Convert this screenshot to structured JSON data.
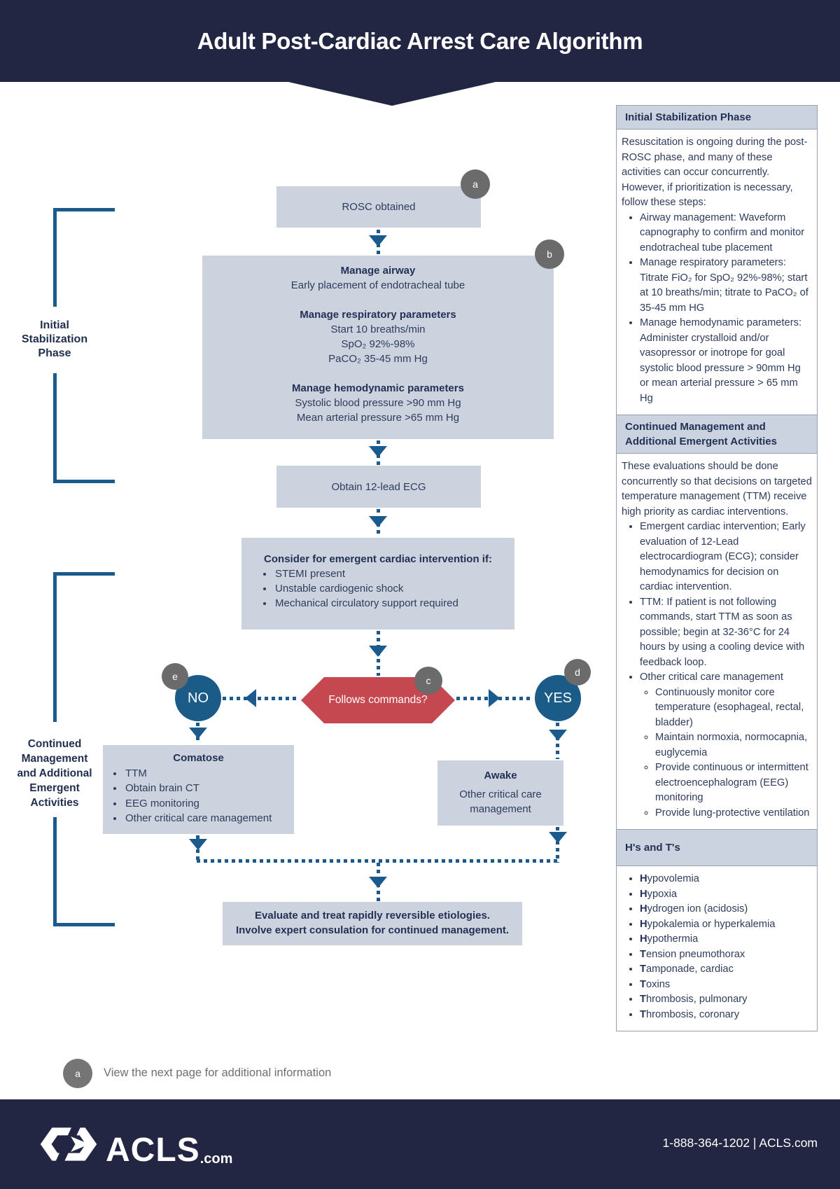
{
  "header": {
    "title": "Adult Post-Cardiac Arrest Care Algorithm"
  },
  "phase_labels": {
    "initial": {
      "lines": [
        "Initial",
        "Stabilization",
        "Phase"
      ]
    },
    "continued": {
      "lines": [
        "Continued",
        "Management",
        "and Additional",
        "Emergent",
        "Activities"
      ]
    }
  },
  "flowchart": {
    "markers": {
      "a": "a",
      "b": "b",
      "c": "c",
      "d": "d",
      "e": "e"
    },
    "rosc": {
      "text": "ROSC obtained"
    },
    "manage": {
      "sections": [
        {
          "heading": "Manage airway",
          "lines": [
            "Early placement of endotracheal tube"
          ]
        },
        {
          "heading": "Manage respiratory parameters",
          "lines": [
            "Start 10 breaths/min",
            "SpO₂  92%-98%",
            "PaCO₂ 35-45 mm Hg"
          ]
        },
        {
          "heading": "Manage hemodynamic parameters",
          "lines": [
            "Systolic blood pressure >90 mm Hg",
            "Mean arterial pressure >65 mm Hg"
          ]
        }
      ]
    },
    "ecg": {
      "text": "Obtain 12-lead ECG"
    },
    "consider": {
      "heading": "Consider for emergent cardiac intervention if:",
      "bullets": [
        "STEMI present",
        "Unstable cardiogenic shock",
        "Mechanical circulatory support required"
      ]
    },
    "decision": {
      "text": "Follows commands?"
    },
    "no_label": "NO",
    "yes_label": "YES",
    "comatose": {
      "heading": "Comatose",
      "bullets": [
        "TTM",
        "Obtain brain CT",
        "EEG monitoring",
        "Other critical care management"
      ]
    },
    "awake": {
      "heading": "Awake",
      "lines": [
        "Other critical care",
        "management"
      ]
    },
    "final": {
      "lines": [
        "Evaluate and treat rapidly reversible etiologies.",
        "Involve expert consulation for continued management."
      ]
    }
  },
  "sidebar": {
    "initial_phase": {
      "title": "Initial Stabilization Phase",
      "intro": "Resuscitation is ongoing during the post-ROSC phase, and many of these activities can occur concurrently. However, if prioritization is necessary, follow these steps:",
      "bullets": [
        "Airway management: Waveform capnography to confirm and monitor endotracheal tube placement",
        "Manage respiratory parameters: Titrate FiO₂ for SpO₂ 92%-98%; start at 10 breaths/min; titrate to PaCO₂ of 35-45 mm HG",
        "Manage hemodynamic parameters: Administer crystalloid and/or vasopressor or inotrope for goal systolic blood pressure > 90mm Hg or mean arterial pressure > 65 mm Hg"
      ]
    },
    "continued": {
      "title": "Continued Management and Additional Emergent Activities",
      "intro": "These evaluations should be done concurrently so that decisions on targeted temperature management (TTM) receive high priority as cardiac interventions.",
      "bullets": [
        "Emergent cardiac intervention; Early evaluation of 12-Lead electrocardiogram (ECG); consider hemodynamics for decision on cardiac intervention.",
        "TTM: If patient is not following commands, start TTM as soon as possible; begin at 32-36°C for 24 hours by using a cooling device with feedback loop.",
        "Other critical care management"
      ],
      "sub_bullets": [
        "Continuously monitor core temperature (esophageal, rectal, bladder)",
        "Maintain normoxia, normocapnia, euglycemia",
        "Provide continuous or intermittent electroencephalogram (EEG) monitoring",
        "Provide lung-protective ventilation"
      ]
    },
    "hs_ts": {
      "title": "H's and T's",
      "items": [
        {
          "bold": "H",
          "rest": "ypovolemia"
        },
        {
          "bold": "H",
          "rest": "ypoxia"
        },
        {
          "bold": "H",
          "rest": "ydrogen ion (acidosis)"
        },
        {
          "bold": "H",
          "rest": "ypokalemia or hyperkalemia"
        },
        {
          "bold": "H",
          "rest": "ypothermia"
        },
        {
          "bold": "T",
          "rest": "ension pneumothorax"
        },
        {
          "bold": "T",
          "rest": "amponade, cardiac"
        },
        {
          "bold": "T",
          "rest": "oxins"
        },
        {
          "bold": "T",
          "rest": "hrombosis, pulmonary"
        },
        {
          "bold": "T",
          "rest": "hrombosis, coronary"
        }
      ]
    }
  },
  "footnote": {
    "marker": "a",
    "text": "View the next page for additional information"
  },
  "footer": {
    "brand": "ACLS",
    "brand_suffix": ".com",
    "contact": "1-888-364-1202 | ACLS.com"
  },
  "colors": {
    "navy": "#232642",
    "box_fill": "#ccd3df",
    "arrow_blue": "#1a5a8c",
    "decision_red": "#c5474f",
    "node_blue": "#1b5b88",
    "marker_gray": "#6b6b6b",
    "panel_header_fill": "#ccd3e0",
    "text_navy": "#2e3c5c"
  }
}
